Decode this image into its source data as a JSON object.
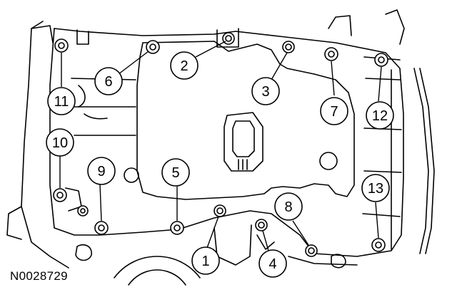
{
  "figure_id": "N0028729",
  "callouts": [
    {
      "label": "1"
    },
    {
      "label": "2"
    },
    {
      "label": "3"
    },
    {
      "label": "4"
    },
    {
      "label": "5"
    },
    {
      "label": "6"
    },
    {
      "label": "7"
    },
    {
      "label": "8"
    },
    {
      "label": "9"
    },
    {
      "label": "10"
    },
    {
      "label": "11"
    },
    {
      "label": "12"
    },
    {
      "label": "13"
    }
  ]
}
